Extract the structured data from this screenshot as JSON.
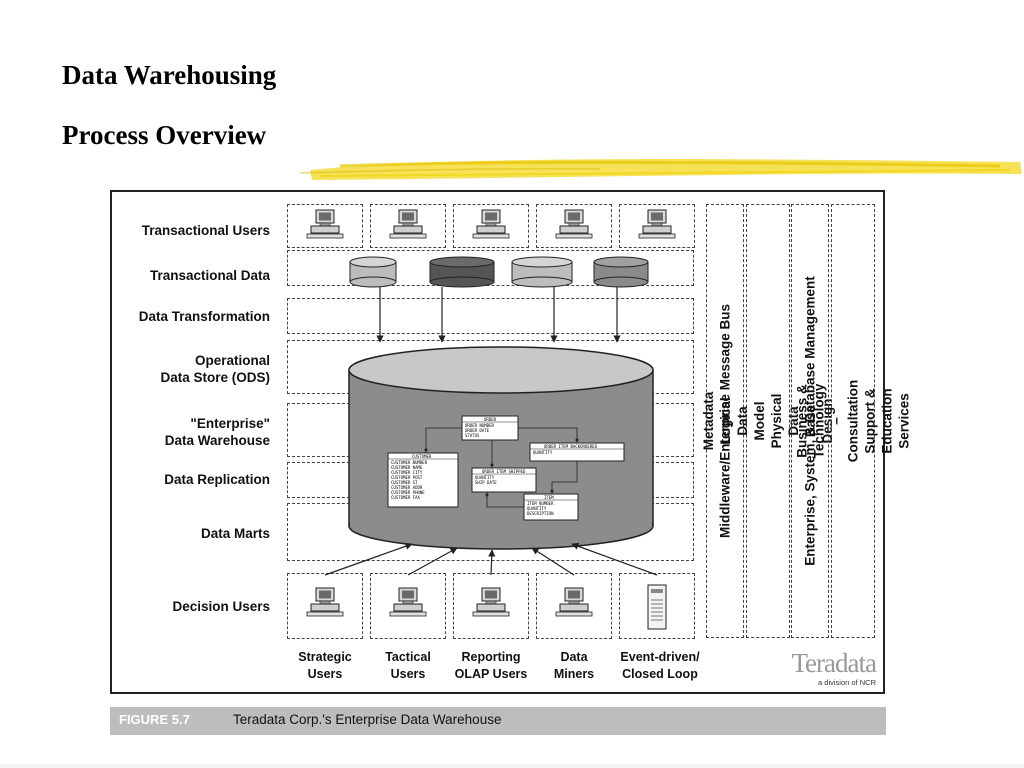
{
  "slide": {
    "title_line1": "Data Warehousing",
    "title_line2": "Process Overview"
  },
  "rows": {
    "transactional_users": "Transactional Users",
    "transactional_data": "Transactional Data",
    "data_transformation": "Data Transformation",
    "ods": "Operational\nData Store (ODS)",
    "edw": "\"Enterprise\"\nData Warehouse",
    "data_replication": "Data Replication",
    "data_marts": "Data Marts",
    "decision_users": "Decision Users"
  },
  "side_columns": [
    "Middleware/Enterprise Message Bus",
    "Metadata Logical Data Model Physical\nData Base Design",
    "Enterprise, System, & Database Management",
    "Business & Technology – Consultation\nSupport & Education Services"
  ],
  "decision_user_labels": [
    "Strategic\nUsers",
    "Tactical\nUsers",
    "Reporting\nOLAP Users",
    "Data\nMiners",
    "Event-driven/\nClosed Loop"
  ],
  "er_entities": {
    "order": [
      "ORDER",
      "ORDER NUMBER",
      "ORDER DATE",
      "STATUS"
    ],
    "customer": [
      "CUSTOMER",
      "CUSTOMER NUMBER",
      "CUSTOMER NAME",
      "CUSTOMER CITY",
      "CUSTOMER POST",
      "CUSTOMER ST",
      "CUSTOMER ADDR",
      "CUSTOMER PHONE",
      "CUSTOMER FAX"
    ],
    "order_item_backordered": [
      "ORDER ITEM BACKORDERED",
      "QUANTITY"
    ],
    "order_item_shipped": [
      "ORDER ITEM SHIPPED",
      "QUANTITY",
      "SHIP DATE"
    ],
    "item": [
      "ITEM",
      "ITEM NUMBER",
      "QUANTITY",
      "DESCRIPTION"
    ]
  },
  "logo": {
    "name": "Teradata",
    "sub": "a division of NCR"
  },
  "caption": {
    "number": "FIGURE 5.7",
    "text": "Teradata Corp.'s Enterprise Data Warehouse"
  },
  "colors": {
    "cylinder_fill": "#8c8c8c",
    "cylinder_top": "#c8c8c8",
    "drum_light": "#bdbdbd",
    "drum_dark": "#555555",
    "caption_bar": "#bdbdbd",
    "brush_stroke": "#f2d200"
  }
}
